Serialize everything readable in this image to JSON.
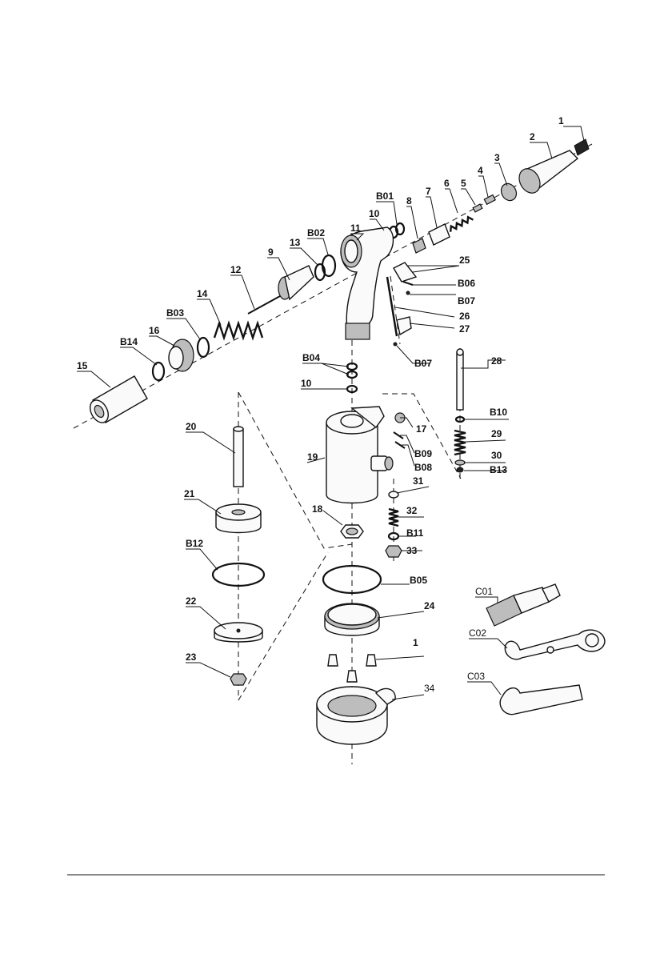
{
  "labels": {
    "p1": "1",
    "p2": "2",
    "p3": "3",
    "p4": "4",
    "p5": "5",
    "p6": "6",
    "p7": "7",
    "p8": "8",
    "p9": "9",
    "p10a": "10",
    "p10b": "10",
    "p11": "11",
    "p12": "12",
    "p13": "13",
    "p14": "14",
    "p15": "15",
    "p16": "16",
    "p17": "17",
    "p18": "18",
    "p19": "19",
    "p20": "20",
    "p21": "21",
    "p22": "22",
    "p23": "23",
    "p24": "24",
    "p25": "25",
    "p26": "26",
    "p27": "27",
    "p28": "28",
    "p29": "29",
    "p30": "30",
    "p31": "31",
    "p32": "32",
    "p33": "33",
    "p34": "34",
    "p1b": "1",
    "b01": "B01",
    "b02": "B02",
    "b03": "B03",
    "b04": "B04",
    "b05": "B05",
    "b06": "B06",
    "b07a": "B07",
    "b07b": "B07",
    "b08": "B08",
    "b09": "B09",
    "b10": "B10",
    "b11": "B11",
    "b12": "B12",
    "b13": "B13",
    "b14": "B14",
    "c01": "C01",
    "c02": "C02",
    "c03": "C03"
  }
}
